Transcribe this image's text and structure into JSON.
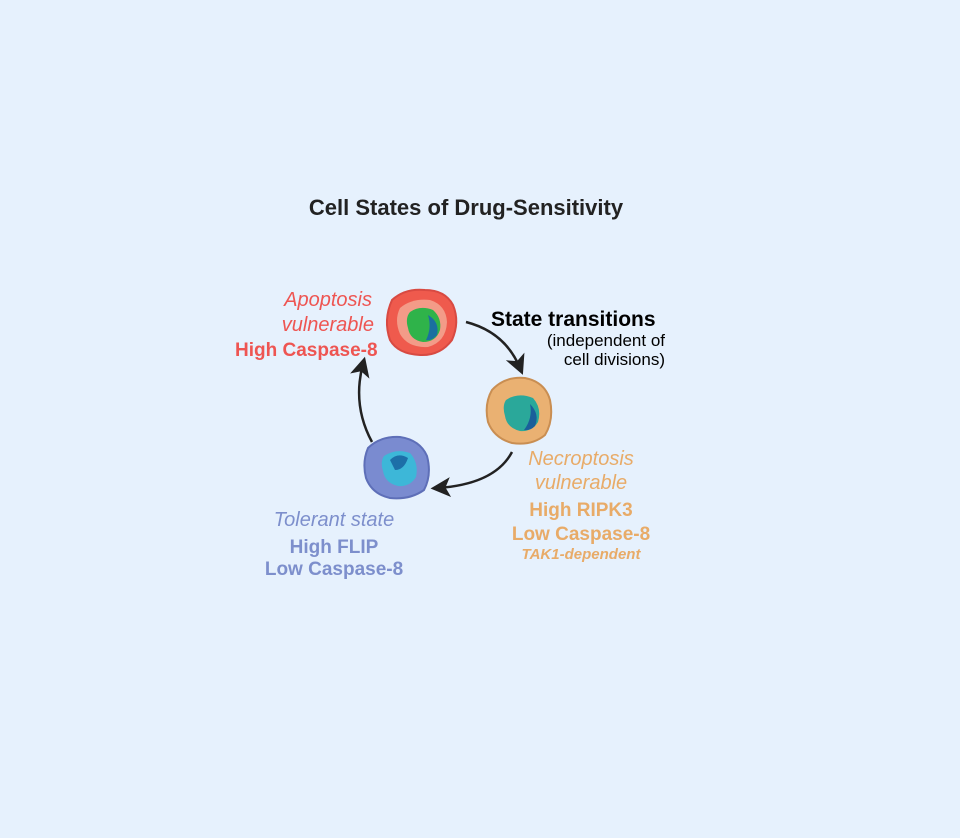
{
  "title": "Cell States of Drug-Sensitivity",
  "colors": {
    "apoptosis": "#ee5552",
    "necroptosis": "#e8ab68",
    "tolerant": "#7d8fcc",
    "background": "#e6f1fd"
  },
  "transitions": {
    "label": "State transitions",
    "note_line1": "(independent of",
    "note_line2": "cell divisions)"
  },
  "states": {
    "apoptosis": {
      "name_line1": "Apoptosis",
      "name_line2": "vulnerable",
      "marker1": "High Caspase-8"
    },
    "necroptosis": {
      "name_line1": "Necroptosis",
      "name_line2": "vulnerable",
      "marker1": "High RIPK3",
      "marker2": "Low Caspase-8",
      "note": "TAK1-dependent"
    },
    "tolerant": {
      "name_line1": "Tolerant state",
      "marker1": "High FLIP",
      "marker2": "Low Caspase-8"
    }
  }
}
